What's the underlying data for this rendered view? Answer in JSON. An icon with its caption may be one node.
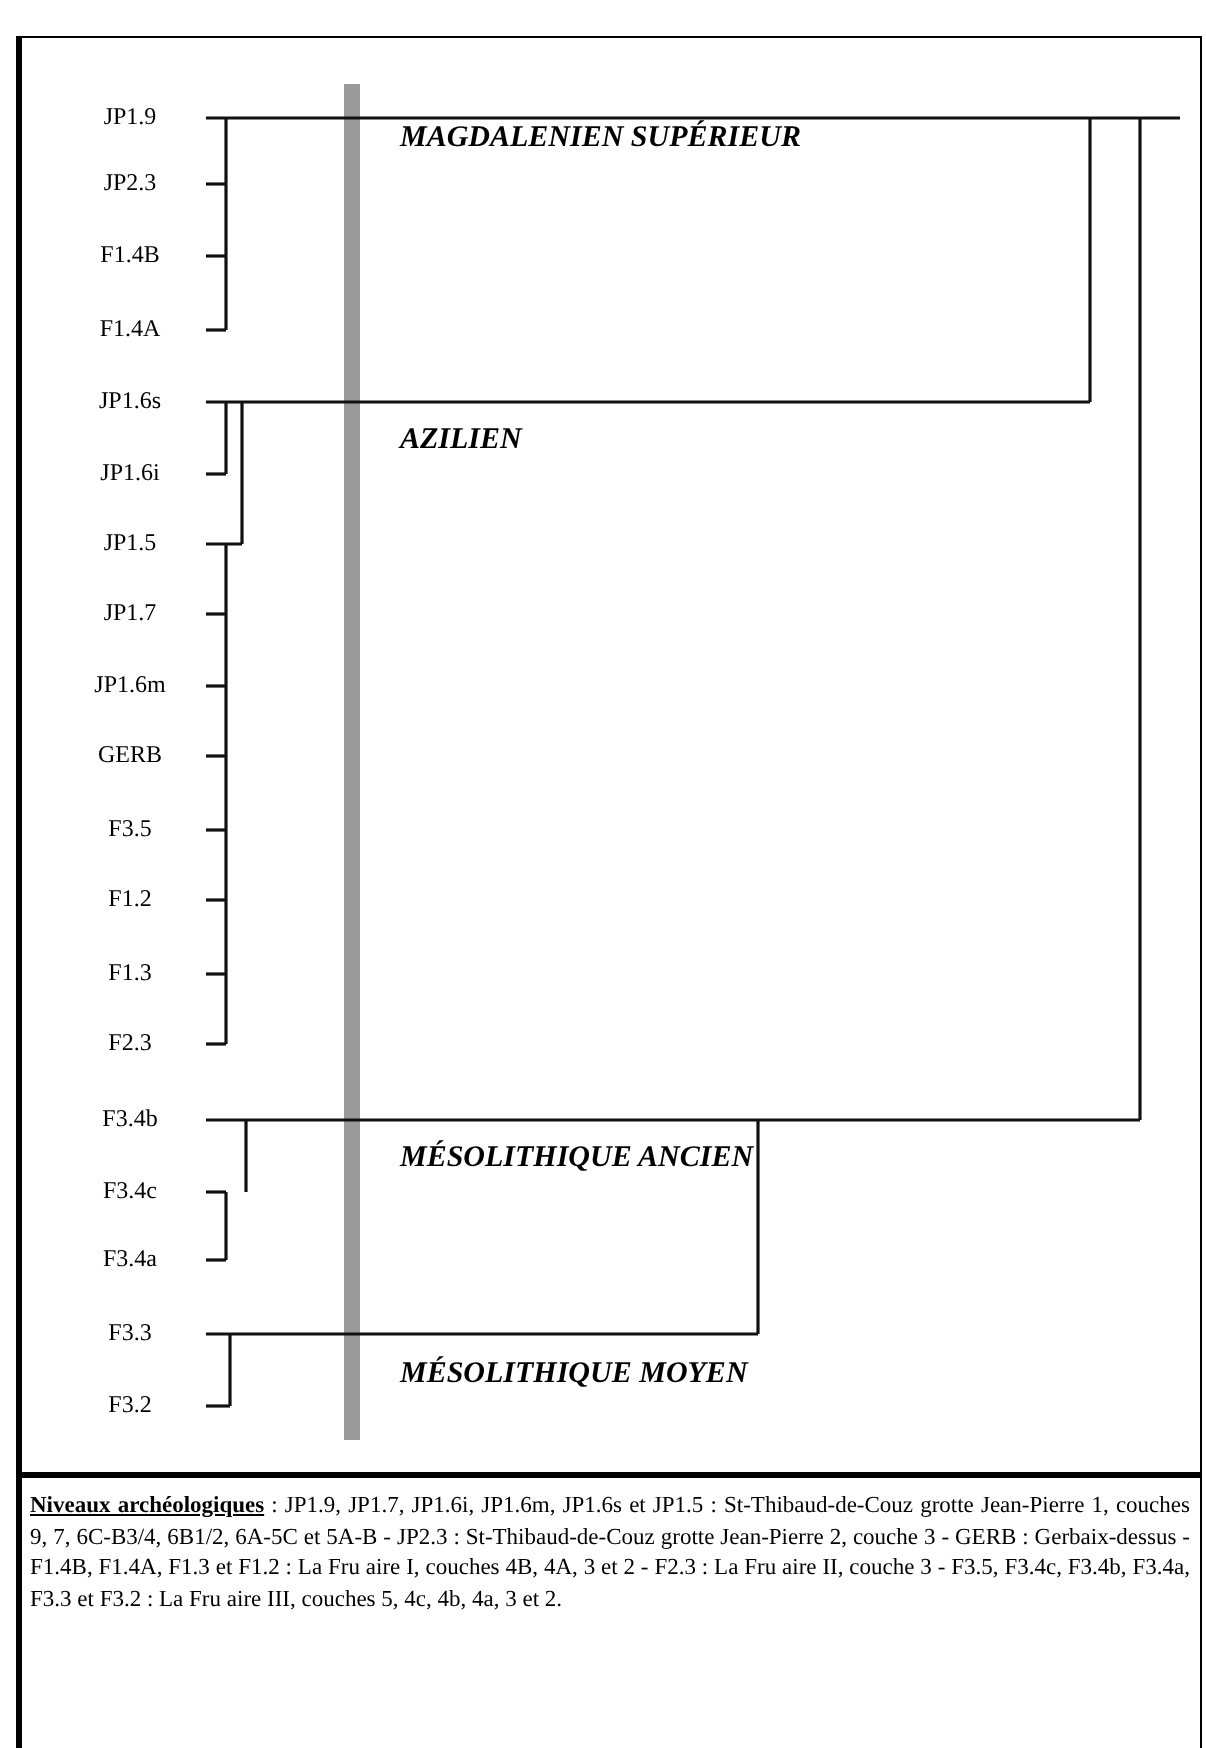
{
  "diagram": {
    "caption": "**Niveaux archéologiques** : JP1.9, JP1.7, JP1.6i, JP1.6m, JP1.6s et JP1.5 : St-Thibaud-de-Couz grotte Jean-Pierre 1, couches 9, 7, 6C-B3/4, 6B1/2, 6A-5C et 5A-B - JP2.3 : St-Thibaud-de-Couz grotte Jean-Pierre 2, couche 3 - GERB : Gerbaix-dessus - F1.4B, F1.4A, F1.3 et F1.2 : La Fru aire I, couches 4B, 4A, 3 et 2 - F2.3 : La Fru aire II, couche 3 - F3.5, F3.4c, F3.4b, F3.4a, F3.3 et F3.2 : La Fru aire III, couches 5, 4c, 4b, 4a, 3 et 2.",
    "labels": [
      "JP1.9",
      "MAGDALENIEN SUPÉRIEUR",
      "JP2.3",
      "F1.4B",
      "F1.4A",
      "JP1.6s",
      "AZILIEN",
      "JP1.6i",
      "JP1.5",
      "JP1.7",
      "JP1.6m",
      "GERB",
      "F3.5",
      "F1.2",
      "F1.3",
      "F2.3",
      "F3.4b",
      "MÉSOLITHIQUE ANCIEN",
      "F3.4c",
      "F3.4a",
      "F3.3",
      "MÉSOLITHIQUE MOYEN",
      "F3.2"
    ]
  }
}
